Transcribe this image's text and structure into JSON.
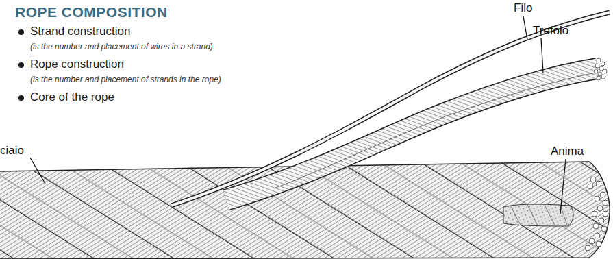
{
  "diagram": {
    "title": "ROPE COMPOSITION",
    "labels": [
      "Strand construction",
      "(is the number and placement of wires in a strand)",
      "Rope construction",
      "(is the number and placement of strands in the rope)",
      "Core of the rope",
      "Filo",
      "Trefolo",
      "ciaio",
      "Anima"
    ]
  }
}
